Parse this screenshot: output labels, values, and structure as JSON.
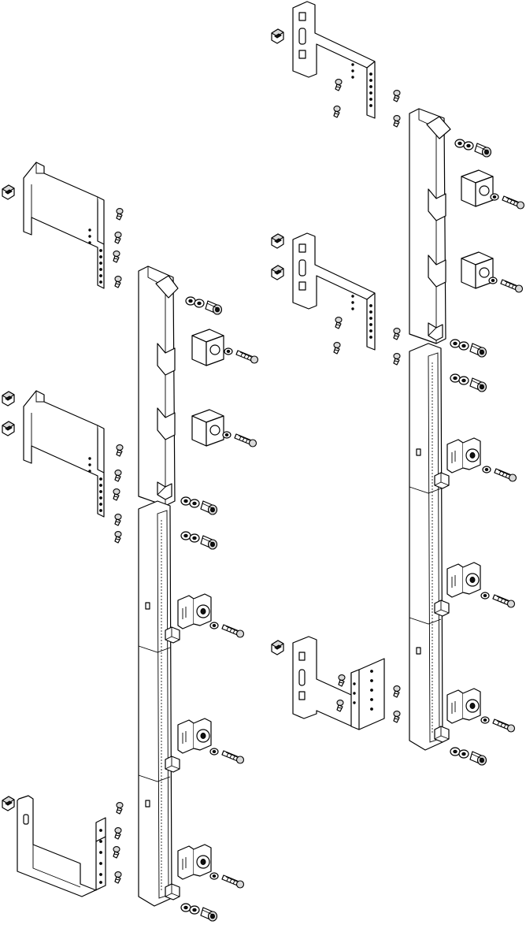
{
  "diagram": {
    "kind": "exploded-assembly-drawing",
    "assemblies": [
      {
        "id": "left-assembly",
        "brackets": 3,
        "covers": 1,
        "connector_rails": 3,
        "clamp_blocks": 2,
        "terminal_blocks": 3
      },
      {
        "id": "right-assembly",
        "brackets": 3,
        "covers": 1,
        "connector_rails": 3,
        "clamp_blocks": 2,
        "terminal_blocks": 3
      }
    ],
    "colors": {
      "line": "#000000",
      "fill": "#ffffff",
      "shade": "#d9d9d9"
    }
  }
}
